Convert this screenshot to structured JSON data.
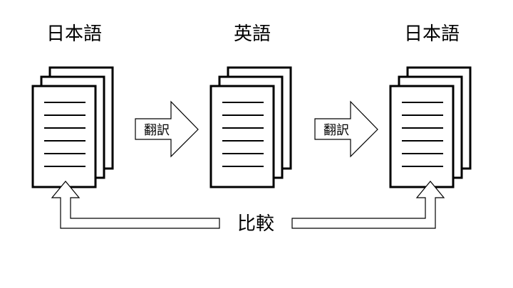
{
  "groups": [
    {
      "label": "日本語"
    },
    {
      "label": "英語"
    },
    {
      "label": "日本語"
    }
  ],
  "arrows": [
    {
      "label": "翻訳"
    },
    {
      "label": "翻訳"
    }
  ],
  "compare": {
    "label": "比較"
  }
}
